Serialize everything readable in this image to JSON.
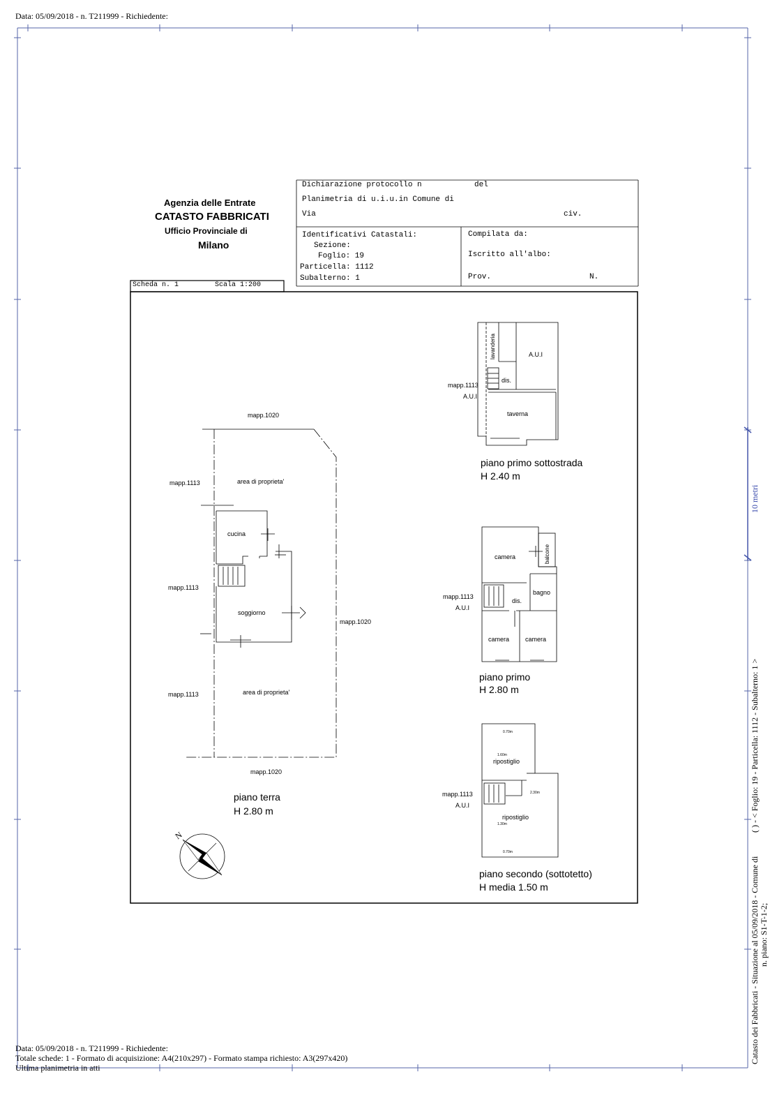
{
  "header_top": "Data: 05/09/2018 - n. T211999 - Richiedente:",
  "agency": {
    "line1": "Agenzia delle Entrate",
    "line2": "CATASTO FABBRICATI",
    "line3": "Ufficio Provinciale di",
    "line4": "Milano"
  },
  "form": {
    "dichiarazione": "Dichiarazione protocollo n",
    "del": "del",
    "planimetria": "Planimetria di u.i.u.in Comune di",
    "via": "Via",
    "civ": "civ.",
    "identificativi": "Identificativi Catastali:",
    "sezione": "Sezione:",
    "foglio": "Foglio: 19",
    "particella": "Particella: 1112",
    "subalterno": "Subalterno: 1",
    "compilata": "Compilata da:",
    "iscritto": "Iscritto all'albo:",
    "prov": "Prov.",
    "n": "N."
  },
  "scheda": {
    "label": "Scheda n. 1",
    "scala": "Scala 1:200"
  },
  "plans": {
    "terra": {
      "mapp_top": "mapp.1020",
      "mapp_left1": "mapp.1113",
      "mapp_left2": "mapp.1113",
      "mapp_left3": "mapp.1113",
      "mapp_right": "mapp.1020",
      "mapp_bottom": "mapp.1020",
      "area1": "area di proprieta'",
      "area2": "area di proprieta'",
      "cucina": "cucina",
      "soggiorno": "soggiorno",
      "title": "piano terra",
      "height": "H 2.80 m"
    },
    "sottostrada": {
      "lavanderia": "lavanderia",
      "aui_room": "A.U.I",
      "dis": "dis.",
      "mapp": "mapp.1113",
      "aui": "A.U.I",
      "taverna": "taverna",
      "title": "piano primo sottostrada",
      "height": "H 2.40 m"
    },
    "primo": {
      "camera1": "camera",
      "balcone": "balcone",
      "bagno": "bagno",
      "dis": "dis.",
      "mapp": "mapp.1113",
      "aui": "A.U.I",
      "camera2": "camera",
      "camera3": "camera",
      "title": "piano primo",
      "height": "H 2.80 m"
    },
    "secondo": {
      "dim1": "0.70m",
      "dim2": "1.60m",
      "ripostiglio1": "ripostiglio",
      "mapp": "mapp.1113",
      "aui": "A.U.I",
      "dim3": "2.30m",
      "ripostiglio2": "ripostiglio",
      "dim4": "1.30m",
      "dim5": "0.70m",
      "title": "piano secondo (sottotetto)",
      "height": "H media 1.50  m"
    }
  },
  "compass": {
    "north": "N"
  },
  "side": {
    "scale_label": "10 metri",
    "line1": "Catasto dei Fabbricati - Situazione al 05/09/2018 - Comune di",
    "line1b": "(       ) - < Foglio: 19 - Particella: 1112 - Subalterno: 1 >",
    "line2": "n.          piano: S1-T-1-2;"
  },
  "footer": {
    "line1": "Data: 05/09/2018 - n. T211999 - Richiedente:",
    "line2": "Totale schede: 1 - Formato di acquisizione: A4(210x297)  - Formato stampa richiesto: A3(297x420)",
    "line3": "Ultima planimetria in atti"
  }
}
